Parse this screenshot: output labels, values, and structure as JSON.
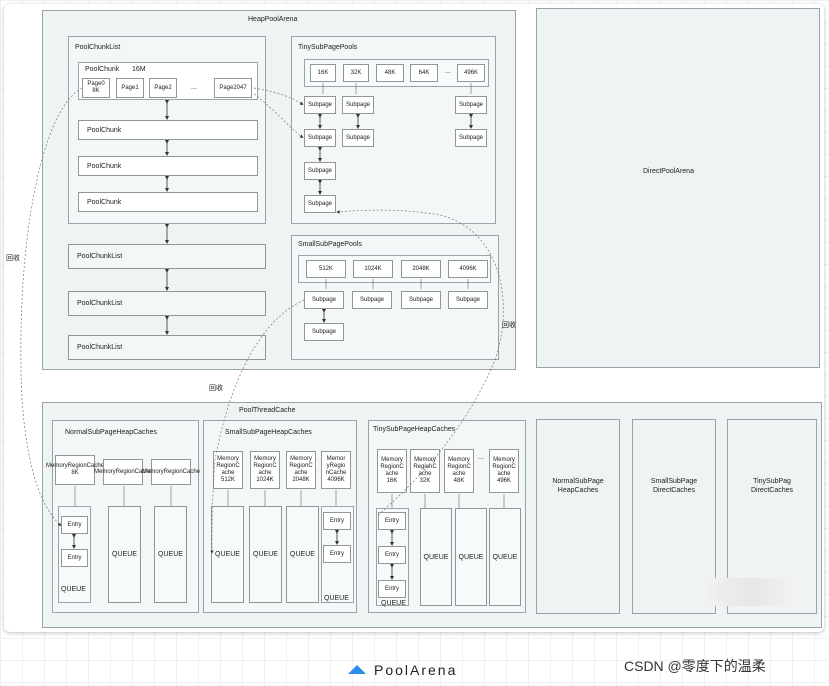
{
  "arena": {
    "title": "HeapPoolArena",
    "chunk_list": {
      "title": "PoolChunkList",
      "first_chunk": {
        "title": "PoolChunk",
        "size": "16M",
        "pages": [
          {
            "label": "Page0\n8K"
          },
          {
            "label": "Page1"
          },
          {
            "label": "Page2"
          },
          {
            "label": "..."
          },
          {
            "label": "Page2047"
          }
        ]
      },
      "chunks": [
        "PoolChunk",
        "PoolChunk",
        "PoolChunk"
      ]
    },
    "other_lists": [
      "PoolChunkList",
      "PoolChunkList",
      "PoolChunkList"
    ],
    "tiny_pools": {
      "title": "TinySubPagePools",
      "sizes": [
        "16K",
        "32K",
        "48K",
        "64K",
        "...",
        "496K"
      ],
      "subpage": "Subpage"
    },
    "small_pools": {
      "title": "SmallSubPagePools",
      "sizes": [
        "512K",
        "1024K",
        "2048K",
        "4096K"
      ],
      "subpage": "Subpage"
    },
    "recycle": "回收"
  },
  "direct_arena": {
    "title": "DirectPoolArena"
  },
  "thread_cache": {
    "title": "PoolThreadCache",
    "normal": {
      "title": "NormalSubPageHeapCaches",
      "caches": [
        "MemoryRegionCache\n8K",
        "MemoryRegionCache",
        "MemoryRegionCache"
      ]
    },
    "small": {
      "title": "SmallSubPageHeapCaches",
      "caches": [
        "Memory\nRegionC\nache\n512K",
        "Memory\nRegionC\nache\n1024K",
        "Memory\nRegionC\nache\n2048K",
        "Memor\nyRegio\nnCache\n4096K"
      ]
    },
    "tiny": {
      "title": "TinySubPageHeapCaches",
      "caches": [
        "Memory\nRegionC\nache\n16K",
        "Memory\nRegionC\nache\n32K",
        "Memory\nRegionC\nache\n48K",
        "...",
        "Memory\nRegionC\nache\n496K"
      ]
    },
    "entry": "Entry",
    "queue": "QUEUE",
    "extra": [
      "NormalSubPage\nHeapCaches",
      "SmallSubPage\nDirectCaches",
      "TinySubPag\nDirectCaches"
    ]
  },
  "caption": "PoolArena",
  "watermark": "CSDN @零度下的温柔"
}
